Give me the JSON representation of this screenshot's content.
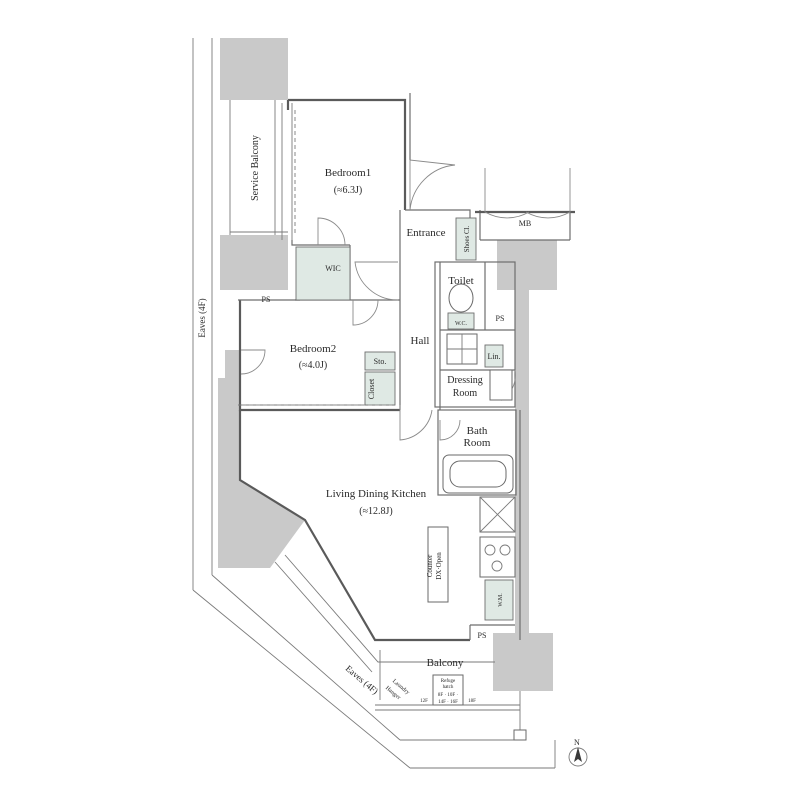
{
  "rooms": {
    "bedroom1": "Bedroom1",
    "bedroom1_area": "(≈6.3J)",
    "bedroom2": "Bedroom2",
    "bedroom2_area": "(≈4.0J)",
    "ldk": "Living Dining Kitchen",
    "ldk_area": "(≈12.8J)",
    "entrance": "Entrance",
    "hall": "Hall",
    "toilet": "Toilet",
    "dressing_line1": "Dressing",
    "dressing_line2": "Room",
    "bath_line1": "Bath",
    "bath_line2": "Room",
    "balcony": "Balcony",
    "service_balcony": "Service Balcony"
  },
  "storage": {
    "wic": "WIC",
    "shoes": "Shoes Cl.",
    "sto": "Sto.",
    "closet": "Closet",
    "lin": "Lin."
  },
  "misc": {
    "ps": "PS",
    "mb": "MB",
    "eaves_left": "Eaves (4F)",
    "eaves_bottom": "Eaves (4F)",
    "counter_line1": "Counter",
    "counter_line2": "DX·Open",
    "laundry_line1": "Laundry",
    "laundry_line2": "Hanger",
    "refuge_line1": "Refuge",
    "refuge_line2": "hatch",
    "refuge_floors_line1": "8F · 10F ·",
    "refuge_floors_line2": "14F · 16F",
    "refuge_floor_18": "18F",
    "refuge_floor_12": "12F",
    "wc_label": "W.C.",
    "wm_label": "W.M.",
    "north": "N"
  }
}
